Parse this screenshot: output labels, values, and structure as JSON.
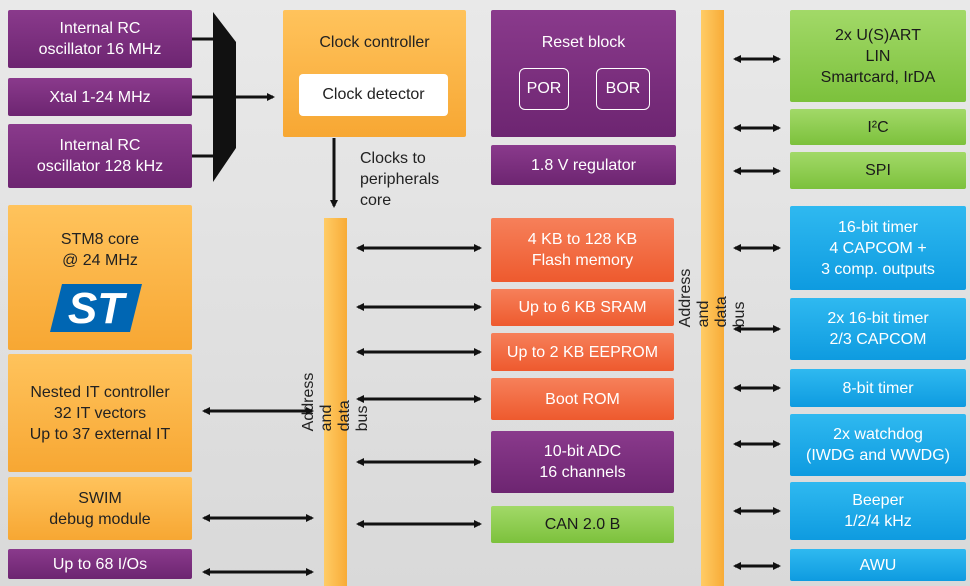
{
  "oscillators": {
    "rc16": "Internal RC\noscillator 16 MHz",
    "xtal": "Xtal 1-24 MHz",
    "rc128": "Internal RC\noscillator 128 kHz"
  },
  "clock": {
    "title": "Clock controller",
    "detector": "Clock detector",
    "note": "Clocks to\nperipherals\ncore"
  },
  "reset": {
    "title": "Reset block",
    "por": "POR",
    "bor": "BOR",
    "regulator": "1.8 V regulator"
  },
  "core": {
    "title": "STM8 core\n@ 24 MHz",
    "logo_text": "ST",
    "nested_it": "Nested IT controller\n32 IT vectors\nUp to 37 external IT",
    "swim": "SWIM\ndebug module",
    "io": "Up to 68 I/Os"
  },
  "bus_label": "Address and data bus",
  "memory": {
    "flash": "4 KB to 128 KB\nFlash memory",
    "sram": "Up to 6 KB SRAM",
    "eeprom": "Up to 2 KB EEPROM",
    "boot": "Boot ROM",
    "adc": "10-bit ADC\n16 channels",
    "can": "CAN 2.0 B"
  },
  "peripherals": {
    "usart": "2x U(S)ART\nLIN\nSmartcard, IrDA",
    "i2c": "I²C",
    "spi": "SPI",
    "timer16": "16-bit timer\n4 CAPCOM +\n3 comp. outputs",
    "timer16x2": "2x 16-bit timer\n2/3 CAPCOM",
    "timer8": "8-bit timer",
    "watchdog": "2x watchdog\n(IWDG and WWDG)",
    "beeper": "Beeper\n1/2/4 kHz",
    "awu": "AWU"
  },
  "colors": {
    "purple": "#7a2e7e",
    "orange": "#f8ab36",
    "red": "#ee5a2e",
    "green": "#7cc13c",
    "blue": "#0e9be0",
    "st_logo": "#0066b3"
  }
}
